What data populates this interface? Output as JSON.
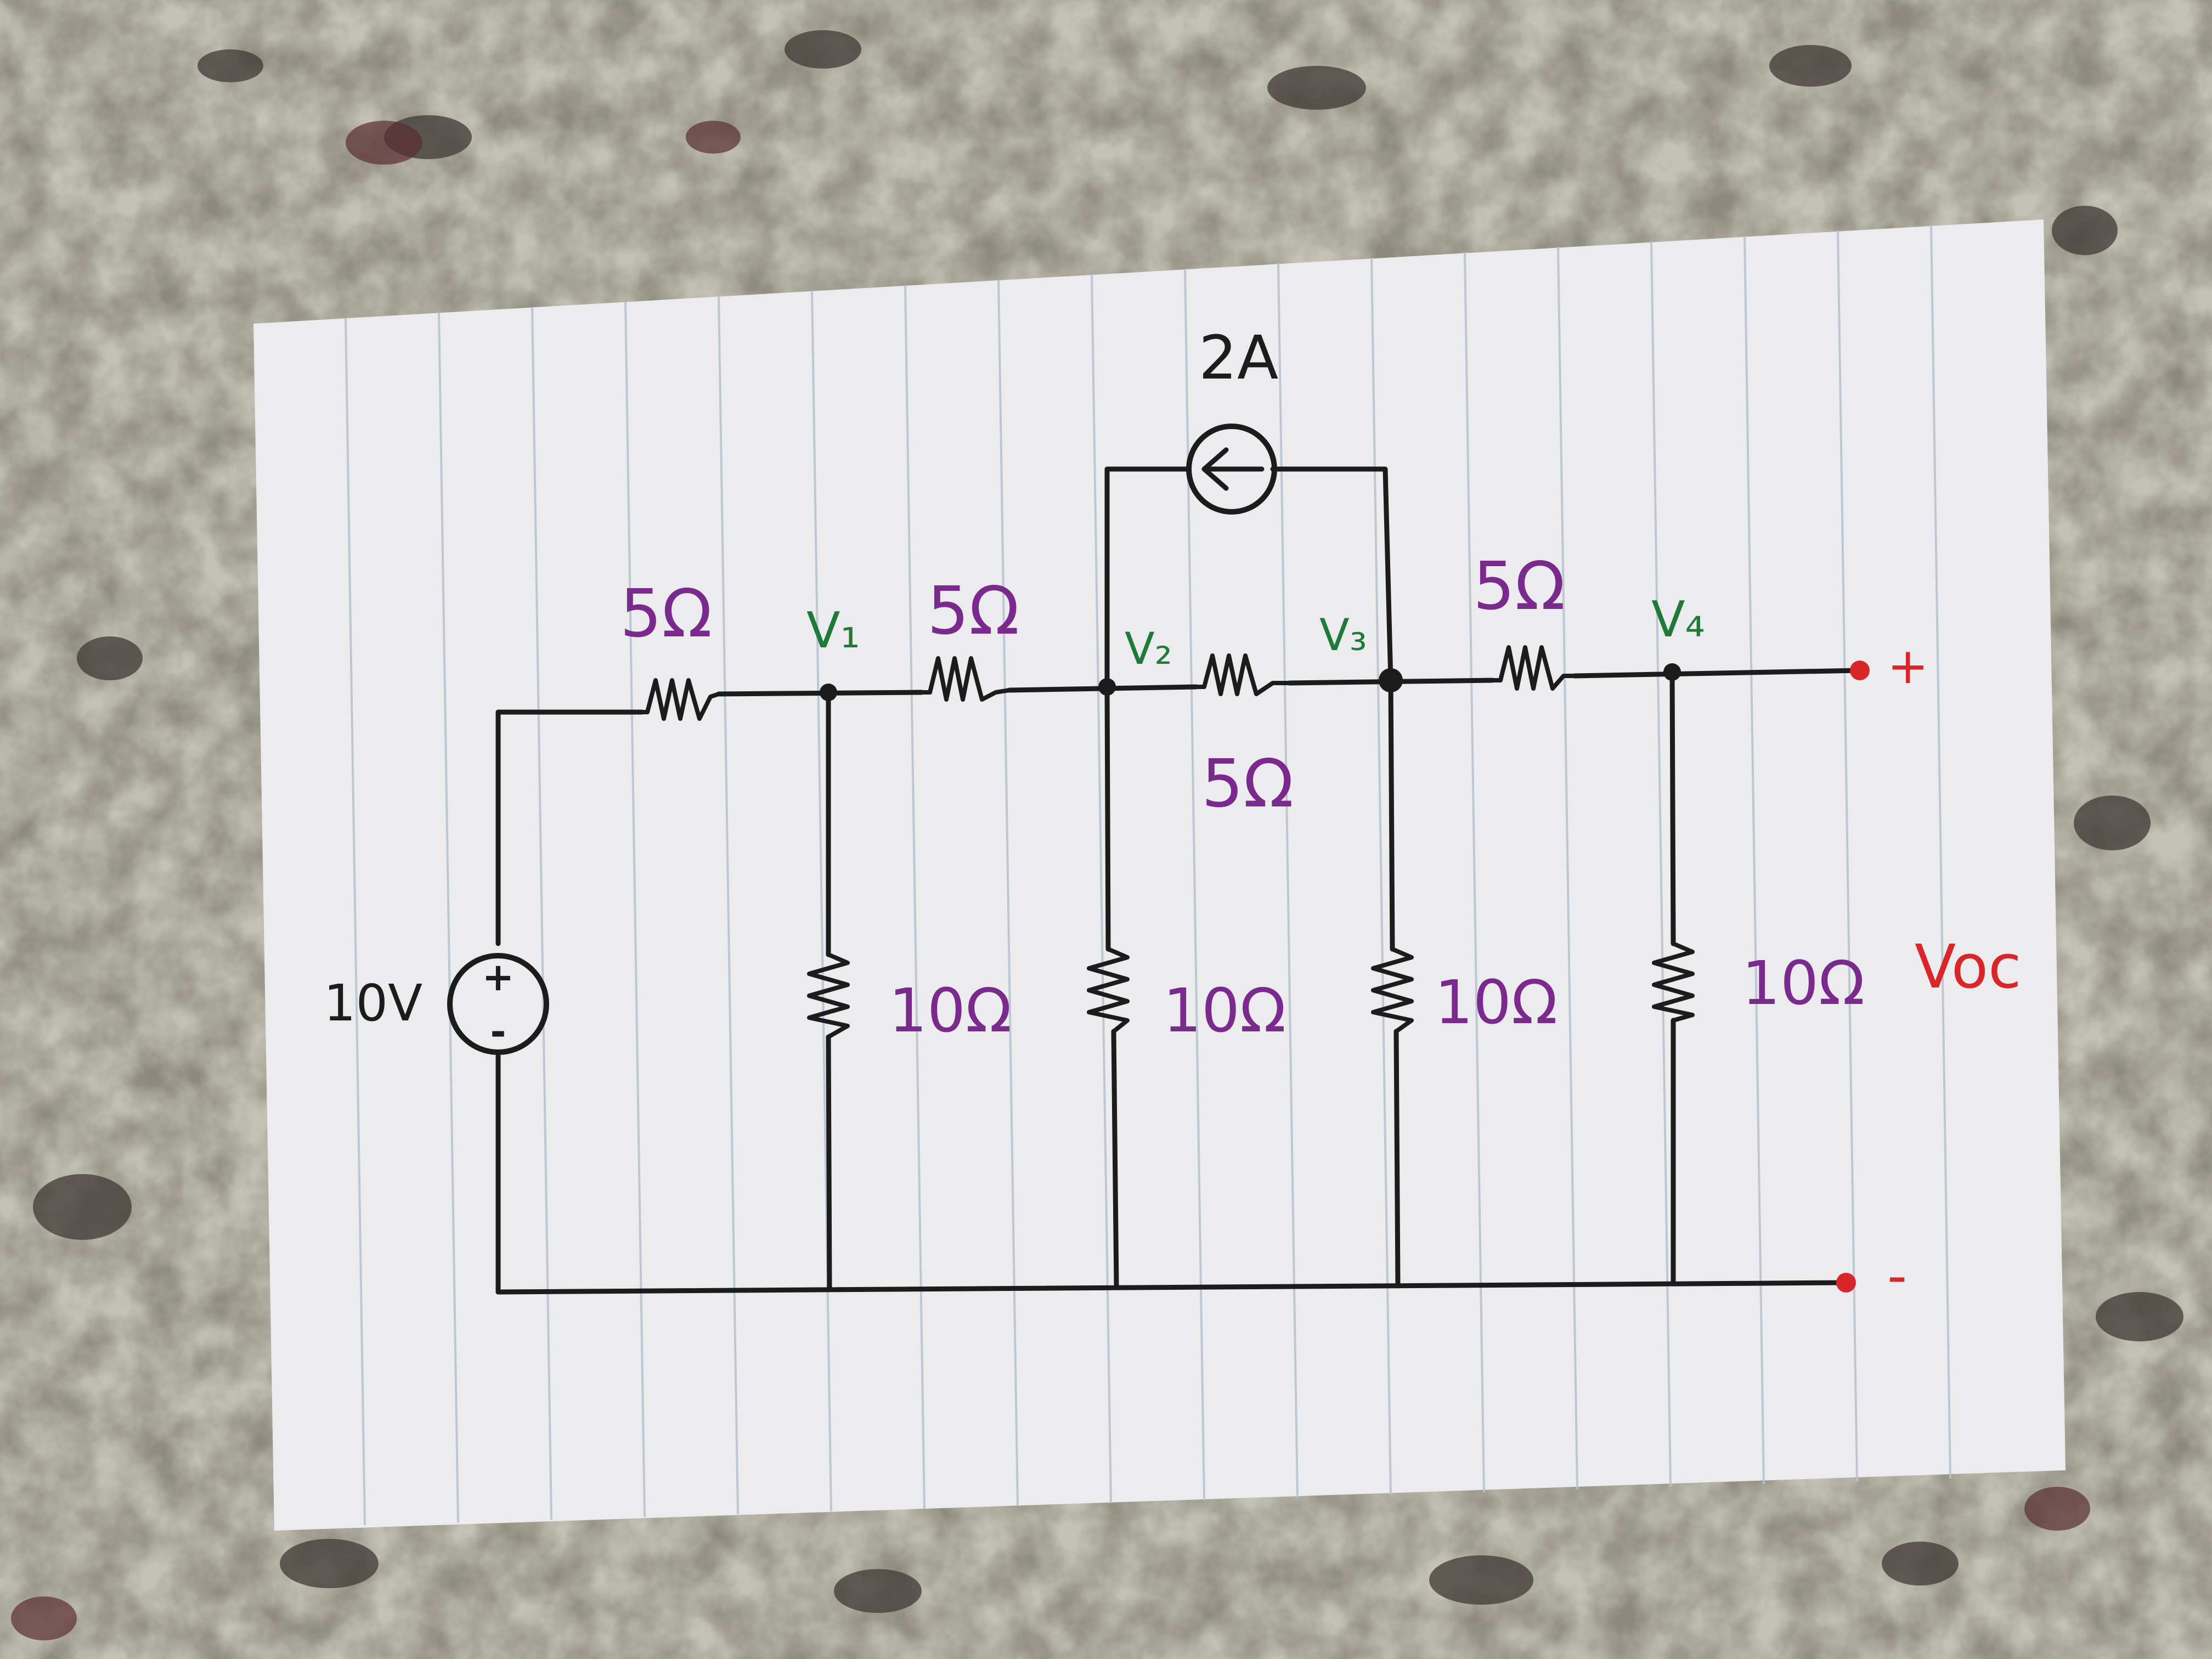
{
  "colors": {
    "ink": "#1c1c1c",
    "resistance_label": "#7a2a8c",
    "node_label": "#1f7a3a",
    "terminal": "#d8262b",
    "paper": "#ececee",
    "paper_line": "#b9c3d2",
    "granite_light": "#d4d1c2",
    "granite_mid": "#9b9683",
    "granite_dark": "#3f3a34",
    "granite_red": "#5a2e33"
  },
  "circuit": {
    "source_voltage": "10V",
    "current_source": "2A",
    "resistors": {
      "r_series_1": "5Ω",
      "r_series_2": "5Ω",
      "r_bridge": "5Ω",
      "r_series_3": "5Ω",
      "r_shunt_1": "10Ω",
      "r_shunt_2": "10Ω",
      "r_shunt_3": "10Ω",
      "r_shunt_4": "10Ω"
    },
    "nodes": {
      "v1": "V₁",
      "v2": "V₂",
      "v3": "V₃",
      "v4": "V₄"
    },
    "output": {
      "plus": "+",
      "minus": "-",
      "label": "Voc"
    },
    "source_plus": "+",
    "source_minus": "-"
  }
}
